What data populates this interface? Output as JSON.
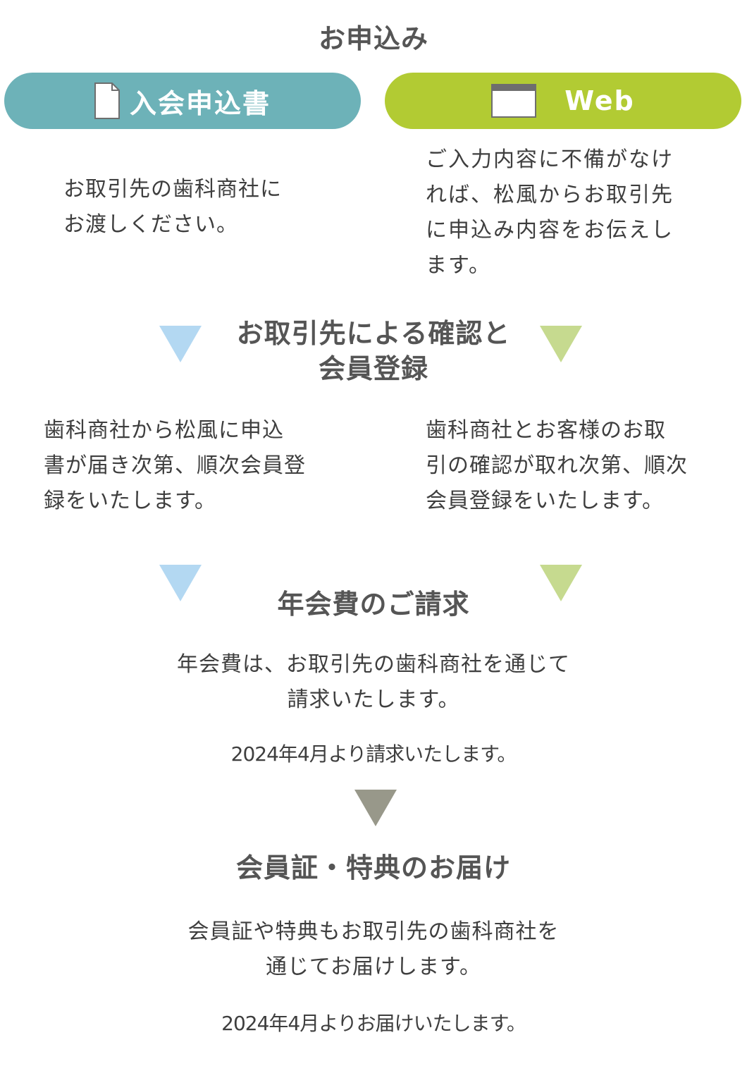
{
  "apply": {
    "heading": "お申込み",
    "paper": {
      "label": "入会申込書",
      "icon": "document-icon",
      "text": [
        "お取引先の歯科商社に",
        "お渡しください。"
      ]
    },
    "web": {
      "label": "Web",
      "icon": "browser-window-icon",
      "text": [
        "ご入力内容に不備がなけ",
        "れば、松風からお取引先",
        "に申込み内容をお伝えし",
        "ます。"
      ]
    }
  },
  "confirm": {
    "heading": [
      "お取引先による確認と",
      "会員登録"
    ],
    "left_text": [
      "歯科商社から松風に申込",
      "書が届き次第、順次会員登",
      "録をいたします。"
    ],
    "right_text": [
      "歯科商社とお客様のお取",
      "引の確認が取れ次第、順次",
      "会員登録をいたします。"
    ]
  },
  "fee": {
    "heading": "年会費のご請求",
    "text": [
      "年会費は、お取引先の歯科商社を通じて",
      "請求いたします。"
    ],
    "note": "2024年4月より請求いたします。"
  },
  "card": {
    "heading": "会員証・特典のお届け",
    "text": [
      "会員証や特典もお取引先の歯科商社を",
      "通じてお届けします。"
    ],
    "note": "2024年4月よりお届けいたします。"
  },
  "colors": {
    "paper_pill": "#6db2b8",
    "web_pill": "#b2cb33",
    "arrow_blue": "#b3d8f2",
    "arrow_green": "#c6da8f",
    "arrow_gray": "#98988a",
    "heading_text": "#555555"
  }
}
